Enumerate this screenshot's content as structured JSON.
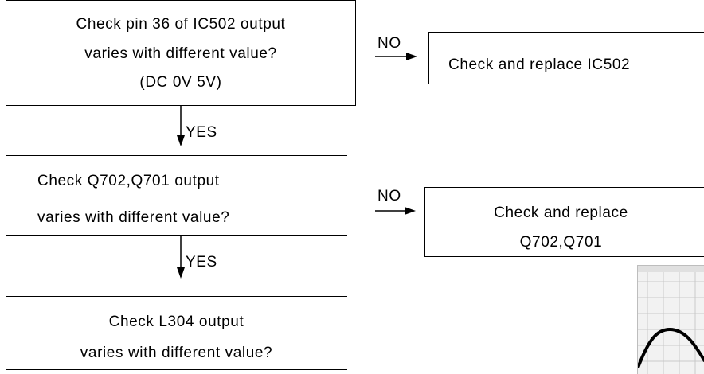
{
  "step1": {
    "line1": "Check pin 36 of IC502 output",
    "line2": "varies with different value?",
    "line3": "(DC 0V   5V)"
  },
  "no_label_1": "NO",
  "action1": "Check and replace IC502",
  "yes_label_1": "YES",
  "step2": {
    "line1": "Check Q702,Q701 output",
    "line2": "varies with different value?"
  },
  "no_label_2": "NO",
  "action2": {
    "line1": "Check and replace",
    "line2": "Q702,Q701"
  },
  "yes_label_2": "YES",
  "step3": {
    "line1": "Check L304 output",
    "line2": "varies with different value?"
  }
}
